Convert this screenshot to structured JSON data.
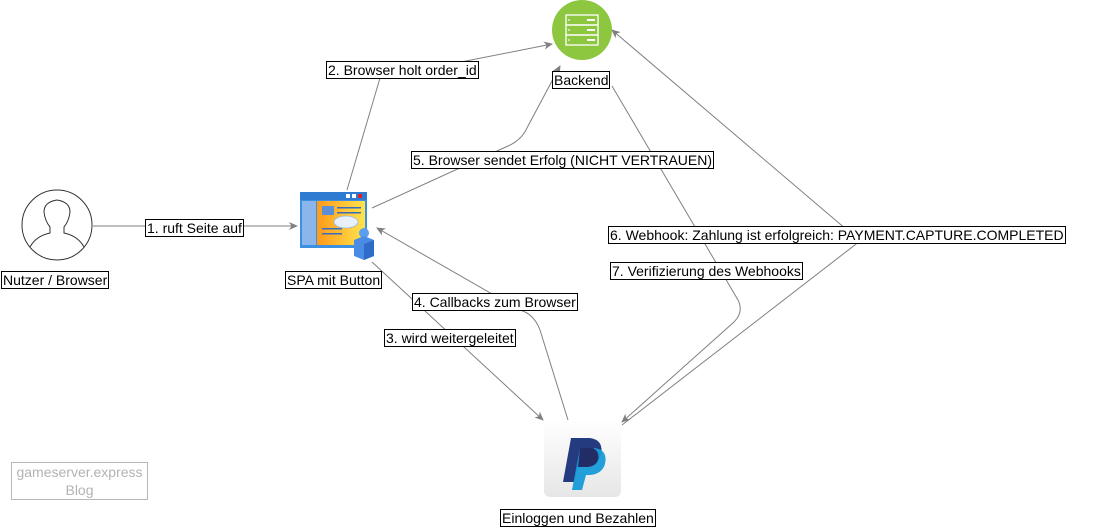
{
  "diagram": {
    "nodes": {
      "user": {
        "label": "Nutzer / Browser",
        "icon": "user-icon"
      },
      "spa": {
        "label": "SPA mit Button",
        "icon": "web-app-icon"
      },
      "backend": {
        "label": "Backend",
        "icon": "server-icon",
        "color": "#8dc63f"
      },
      "paypal": {
        "label": "Einloggen und Bezahlen",
        "icon": "paypal-icon"
      }
    },
    "edges": [
      {
        "id": "e1",
        "label": "1. ruft Seite auf",
        "from": "user",
        "to": "spa"
      },
      {
        "id": "e2",
        "label": "2. Browser holt order_id",
        "from": "spa",
        "to": "backend"
      },
      {
        "id": "e3",
        "label": "3. wird weitergeleitet",
        "from": "spa",
        "to": "paypal"
      },
      {
        "id": "e4",
        "label": "4. Callbacks zum Browser",
        "from": "paypal",
        "to": "spa"
      },
      {
        "id": "e5",
        "label": "5. Browser sendet Erfolg (NICHT VERTRAUEN)",
        "from": "spa",
        "to": "backend"
      },
      {
        "id": "e6",
        "label": "6. Webhook: Zahlung ist erfolgreich:  PAYMENT.CAPTURE.COMPLETED",
        "from": "paypal",
        "to": "backend"
      },
      {
        "id": "e7",
        "label": "7. Verifizierung des Webhooks",
        "from": "backend",
        "to": "paypal"
      }
    ],
    "watermark": {
      "line1": "gameserver.express",
      "line2": "Blog"
    },
    "colors": {
      "edge": "#808080",
      "paypal_dark": "#253b80",
      "paypal_light": "#179bd7"
    }
  }
}
